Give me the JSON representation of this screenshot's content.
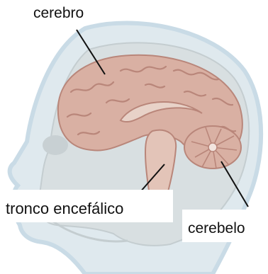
{
  "labels": {
    "cerebro": "cerebro",
    "tronco": "tronco encefálico",
    "cerebelo": "cerebelo"
  },
  "colors": {
    "head_outline": "#c9dbe6",
    "skin": "#dfe9ee",
    "skull": "#cfd6d8",
    "brain": "#d9b0a3",
    "brain_dark": "#b9867a",
    "leader_line": "#111111"
  }
}
